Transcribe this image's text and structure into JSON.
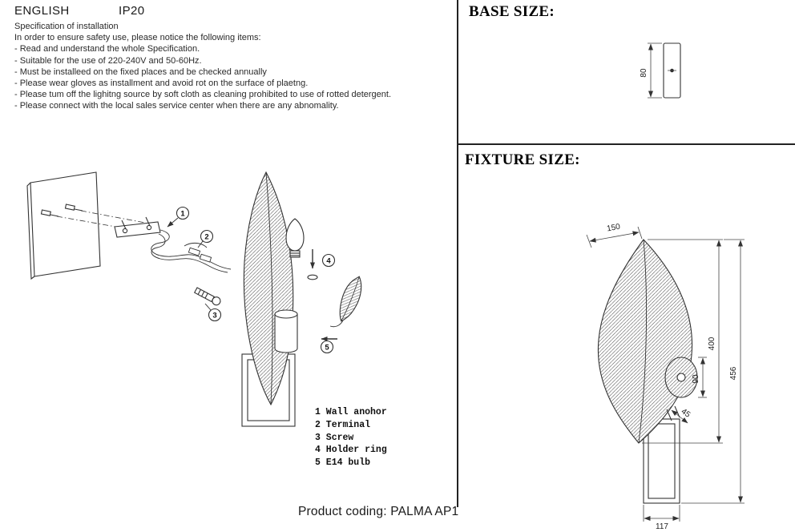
{
  "header": {
    "language": "ENGLISH",
    "ip_rating": "IP20"
  },
  "spec": {
    "title": "Specification of installation",
    "lines": [
      "In order to ensure safety use, please notice the following items:",
      "- Read and understand the whole Specification.",
      "- Suitable for the use of 220-240V and 50-60Hz.",
      "- Must be installeed on the fixed places and be checked annually",
      "- Please wear gloves as installment and avoid rot on the surface of plaetng.",
      "- Please tum off the lighitng source by soft cloth as cleaning prohibited to use of rotted detergent.",
      "- Please connect with the local sales service center when there are any abnomality."
    ]
  },
  "diagram": {
    "callouts": [
      "1",
      "2",
      "3",
      "4",
      "5"
    ]
  },
  "parts": {
    "items": [
      "1 Wall anohor",
      "2 Terminal",
      "3 Screw",
      "4 Holder ring",
      "5 E14 bulb"
    ]
  },
  "base_size": {
    "title": "BASE SIZE:",
    "dim_height": "80"
  },
  "fixture_size": {
    "title": "FIXTURE SIZE:",
    "dim_top_width": "150",
    "dim_leaf_height": "400",
    "dim_total_height": "456",
    "dim_holder_height": "90",
    "dim_angle": "45",
    "dim_base_width": "117"
  },
  "footer": {
    "product_coding": "Product coding: PALMA AP1"
  }
}
